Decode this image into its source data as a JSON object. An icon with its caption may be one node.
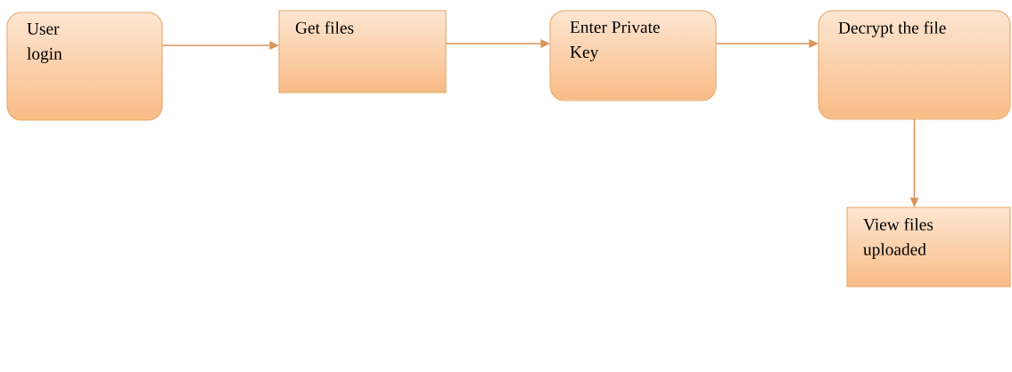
{
  "diagram": {
    "nodes": [
      {
        "text": [
          "User login"
        ]
      },
      {
        "text": [
          "Get files"
        ]
      },
      {
        "text": [
          "Enter Private Key"
        ]
      },
      {
        "text": [
          "Decrypt the file"
        ]
      },
      {
        "text": [
          "View files uploaded"
        ]
      }
    ],
    "edges": [
      {
        "from": 0,
        "to": 1,
        "arrow": "to"
      },
      {
        "from": 1,
        "to": 2,
        "arrow": "to"
      },
      {
        "from": 2,
        "to": 3,
        "arrow": "to"
      },
      {
        "from": 3,
        "to": 4,
        "arrow": "to"
      }
    ]
  }
}
